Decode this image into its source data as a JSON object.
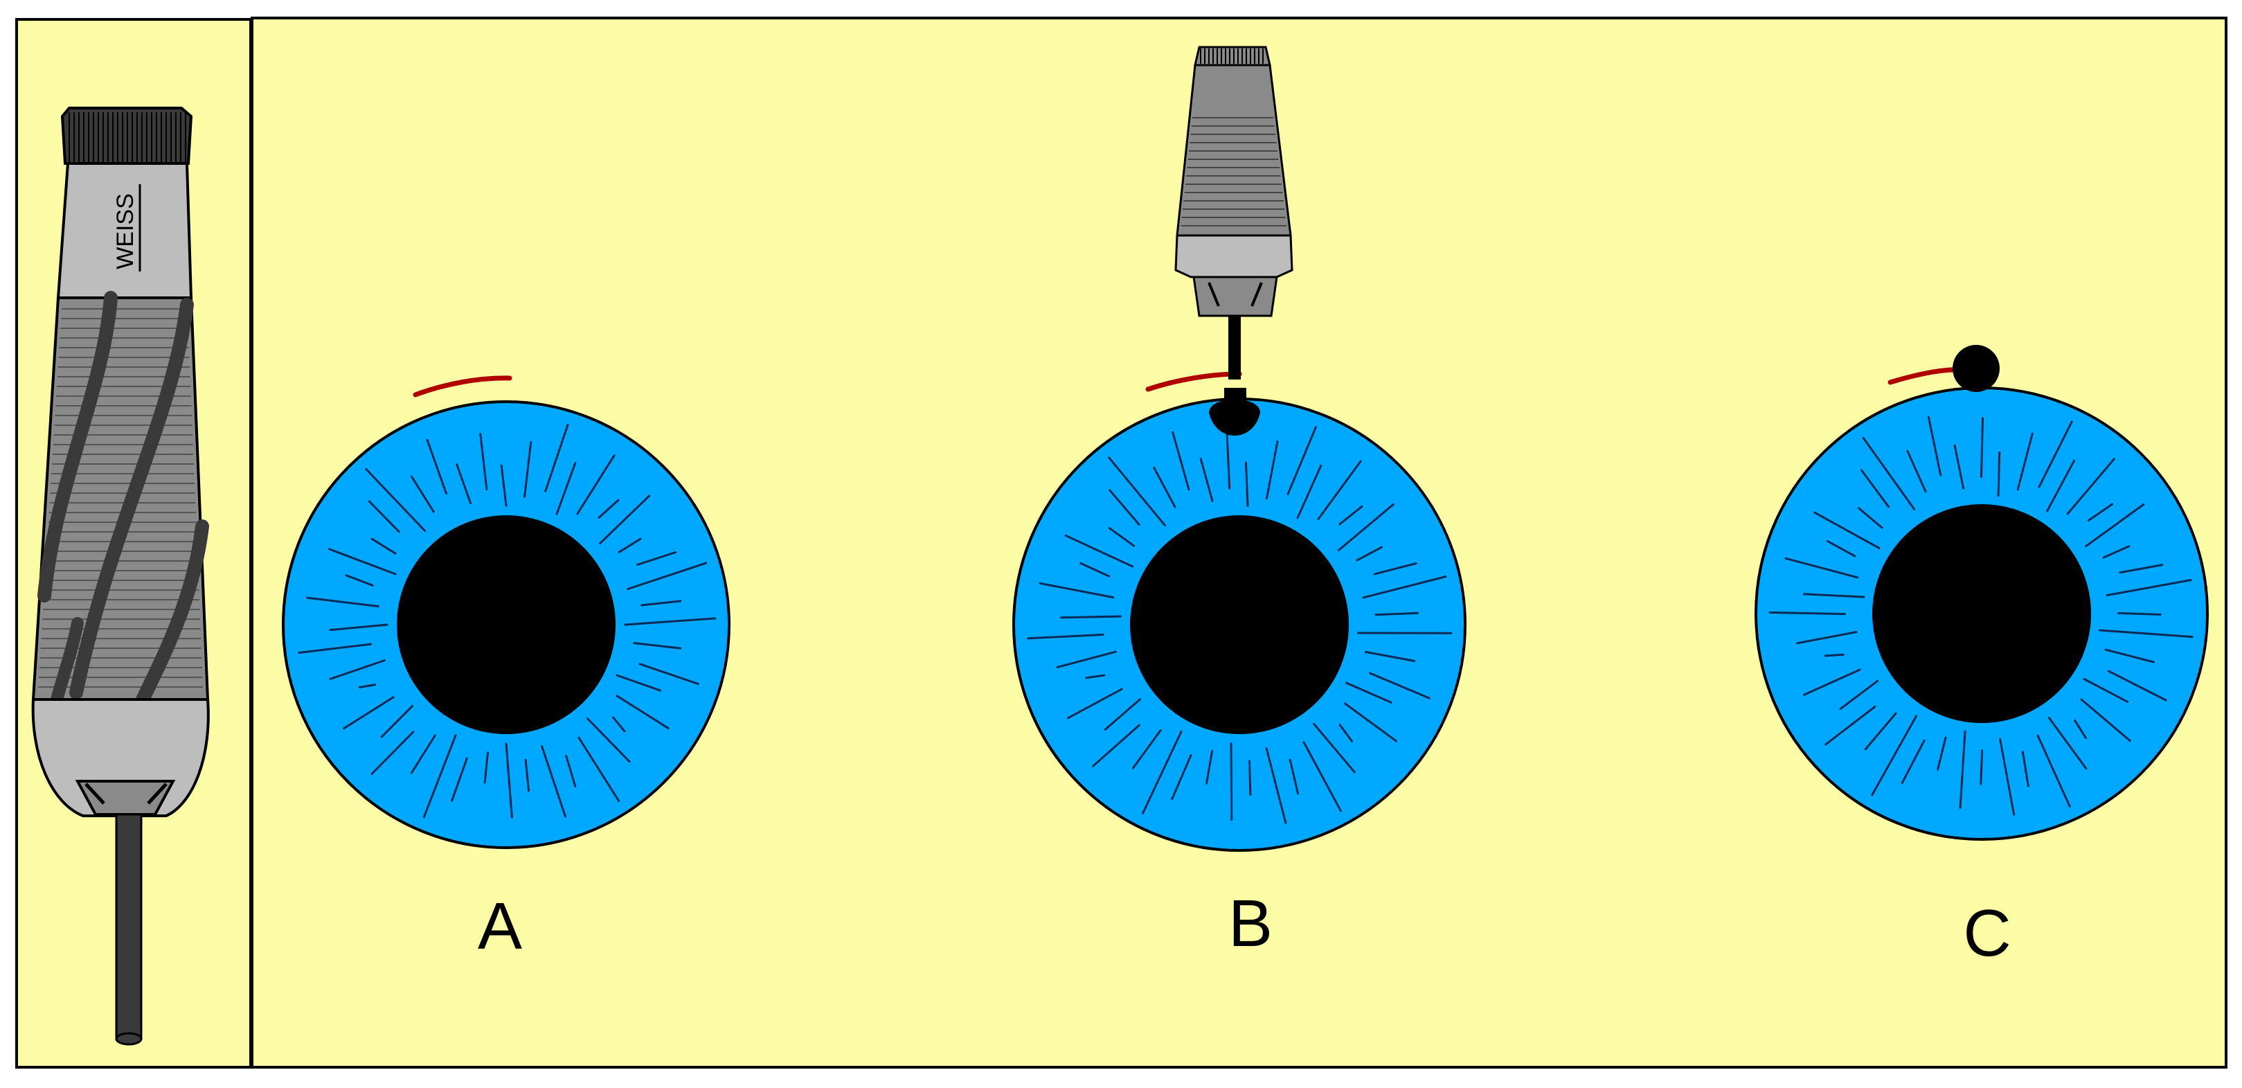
{
  "colors": {
    "background": "#fdfca6",
    "frame": "#000000",
    "iris": "#00a9ff",
    "pupil": "#000000",
    "incision": "#b00000",
    "instrument_light": "#bdbdbd",
    "instrument_mid": "#8a8a8a",
    "instrument_dark": "#3a3a3a"
  },
  "instrument": {
    "brand_text": "WEISS",
    "icon": "screwdriver-handle-icon"
  },
  "panels": [
    {
      "label": "A",
      "icon": "eye-iris-icon",
      "tool": "none"
    },
    {
      "label": "B",
      "icon": "eye-iris-icon",
      "tool": "instrument-tip-icon"
    },
    {
      "label": "C",
      "icon": "eye-iris-icon",
      "tool": "ball-tip-icon"
    }
  ]
}
